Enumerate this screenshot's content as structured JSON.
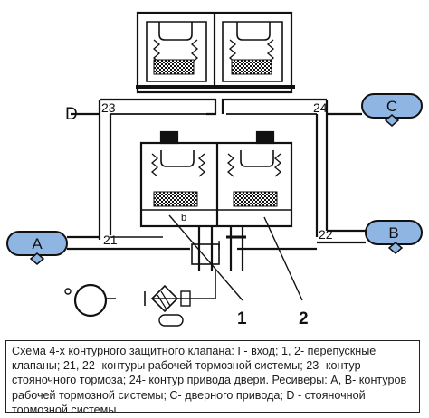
{
  "labels": {
    "port_23": "23",
    "port_24": "24",
    "port_21": "21",
    "port_22": "22",
    "input": "I",
    "valve_1": "1",
    "valve_2": "2",
    "inner_b": "b",
    "circuit_d": "D",
    "receiver_a": "A",
    "receiver_b": "B",
    "receiver_c": "C"
  },
  "caption": "Схема 4-х контурного защитного клапана: I - вход; 1, 2- перепускные клапаны; 21, 22- контуры рабочей тормозной системы; 23- контур стояночного тормоза; 24- контур привода двери. Ресиверы: А, В- контуров рабочей тормозной системы; С- дверного привода; D - стояночной тормозной системы",
  "colors": {
    "receiver_fill": "#8fb6e3",
    "line": "#111111"
  }
}
